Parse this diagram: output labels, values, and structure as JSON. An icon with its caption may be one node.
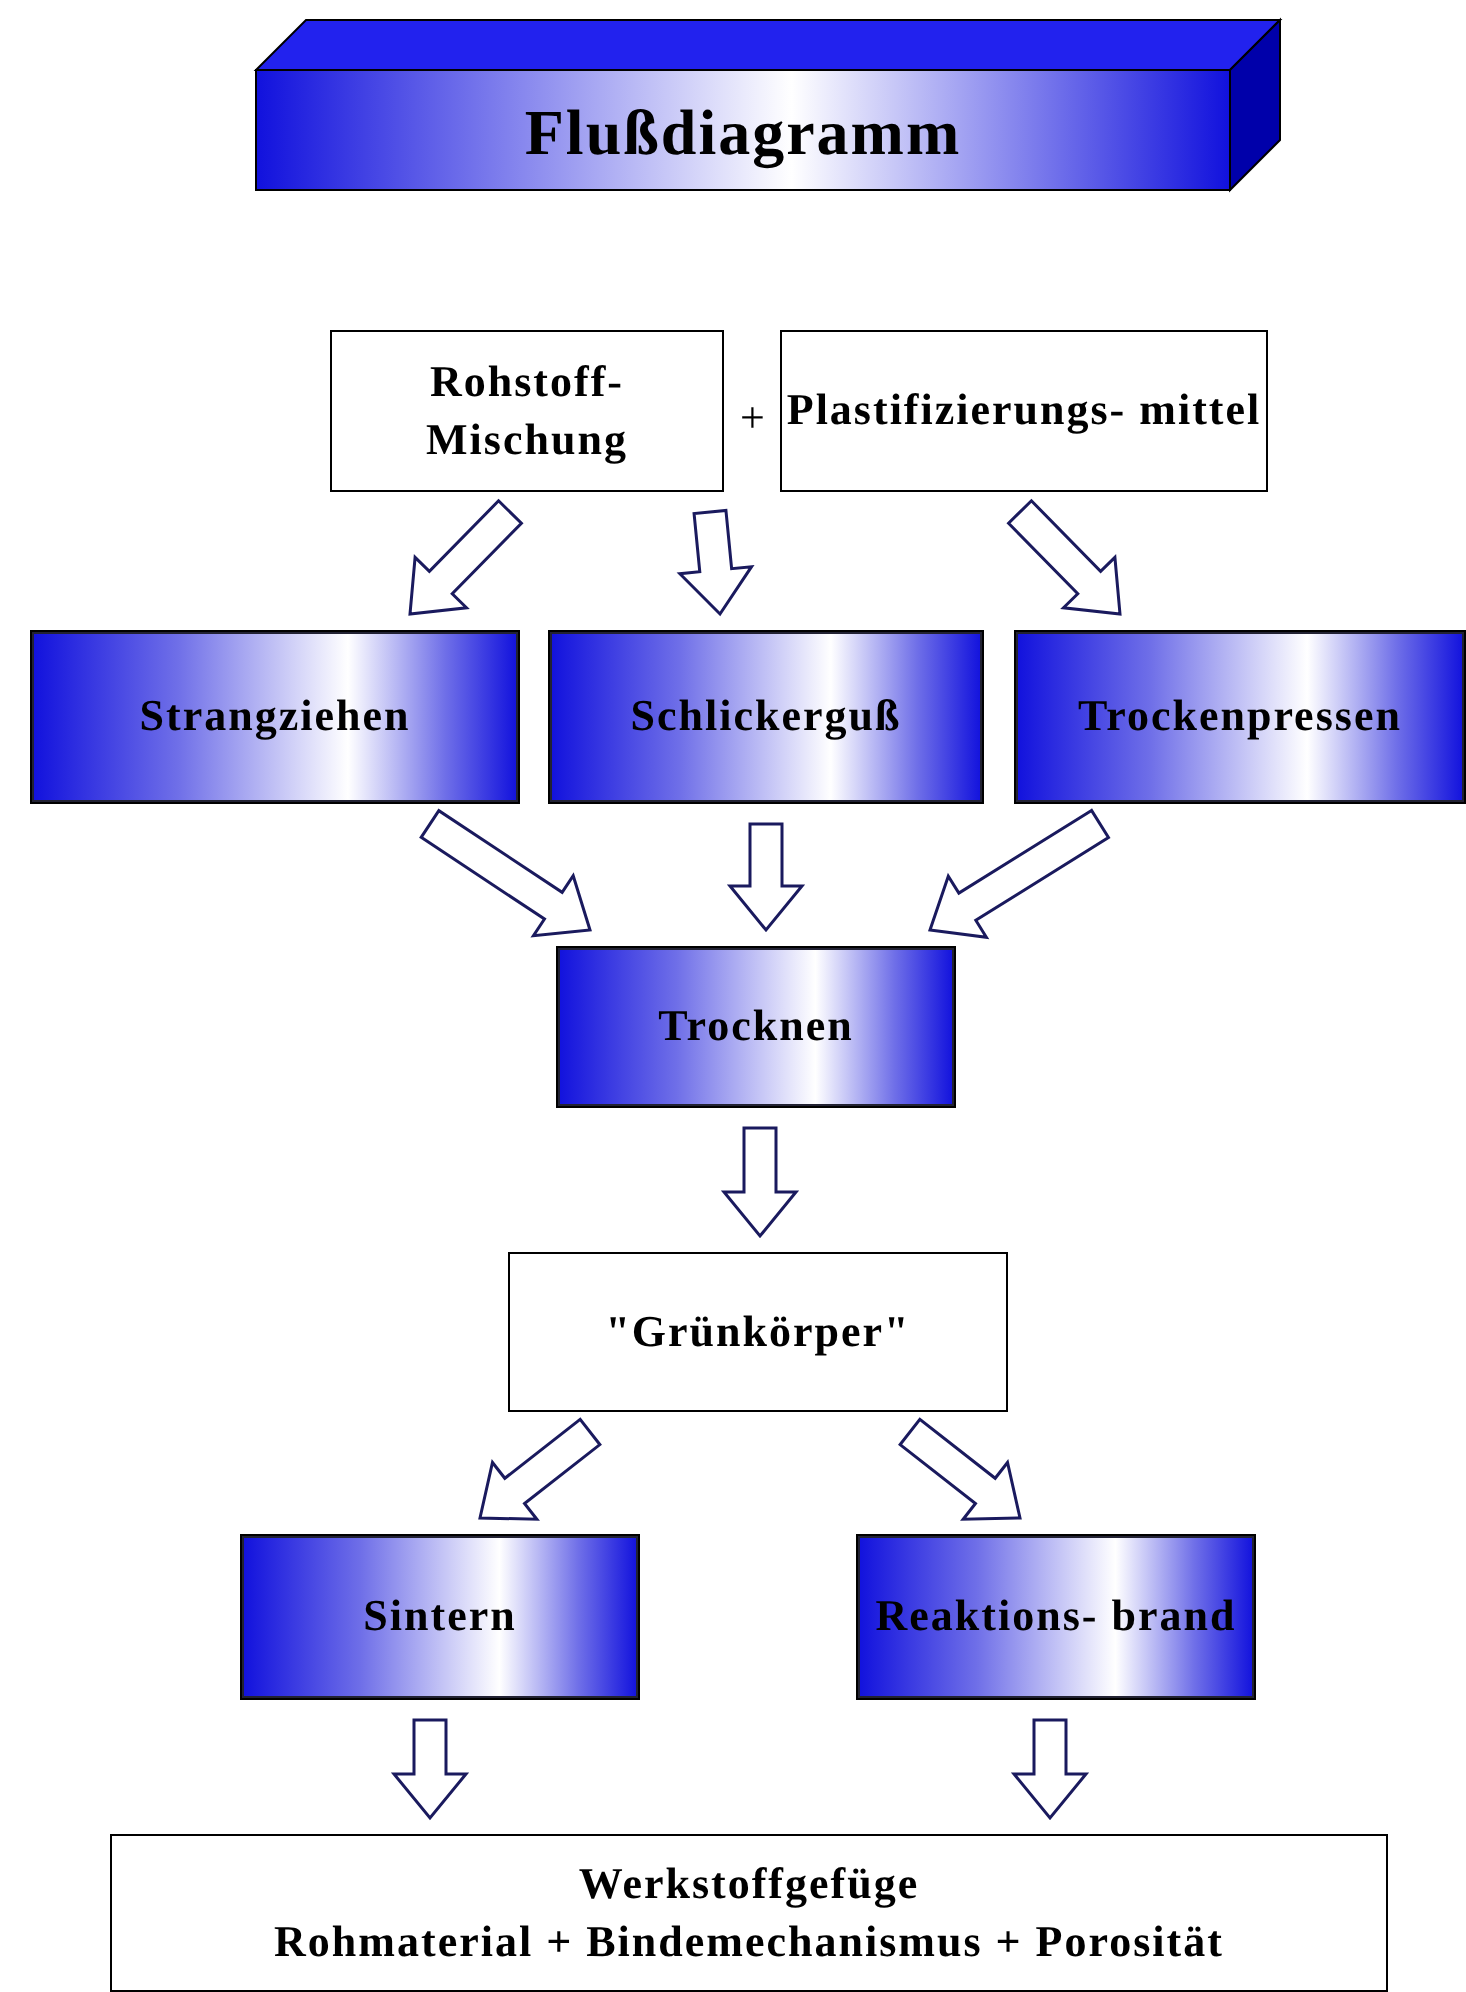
{
  "diagram": {
    "title": "Flußdiagramm",
    "nodes": [
      {
        "text": [
          "Rohstoff- Mischung"
        ]
      },
      {
        "text": [
          "Plastifizierungs- mittel"
        ]
      },
      {
        "text": [
          "Strangziehen"
        ]
      },
      {
        "text": [
          "Schlickerguß"
        ]
      },
      {
        "text": [
          "Trockenpressen"
        ]
      },
      {
        "text": [
          "Trocknen"
        ]
      },
      {
        "text": [
          "\"Grünkörper\""
        ]
      },
      {
        "text": [
          "Sintern"
        ]
      },
      {
        "text": [
          "Reaktions- brand"
        ]
      },
      {
        "text": [
          "Werkstoffgefüge",
          "Rohmaterial + Bindemechanismus + Porosität"
        ]
      }
    ],
    "edges": [
      {
        "from": 0,
        "to": 2,
        "arrow": "to"
      },
      {
        "from": 0,
        "to": 3,
        "arrow": "to"
      },
      {
        "from": 1,
        "to": 4,
        "arrow": "to"
      },
      {
        "from": 2,
        "to": 5,
        "arrow": "to"
      },
      {
        "from": 3,
        "to": 5,
        "arrow": "to"
      },
      {
        "from": 4,
        "to": 5,
        "arrow": "to"
      },
      {
        "from": 5,
        "to": 6,
        "arrow": "to"
      },
      {
        "from": 6,
        "to": 7,
        "arrow": "to"
      },
      {
        "from": 6,
        "to": 8,
        "arrow": "to"
      },
      {
        "from": 7,
        "to": 9,
        "arrow": "to"
      },
      {
        "from": 8,
        "to": 9,
        "arrow": "to"
      }
    ],
    "labels": [
      "+"
    ]
  }
}
